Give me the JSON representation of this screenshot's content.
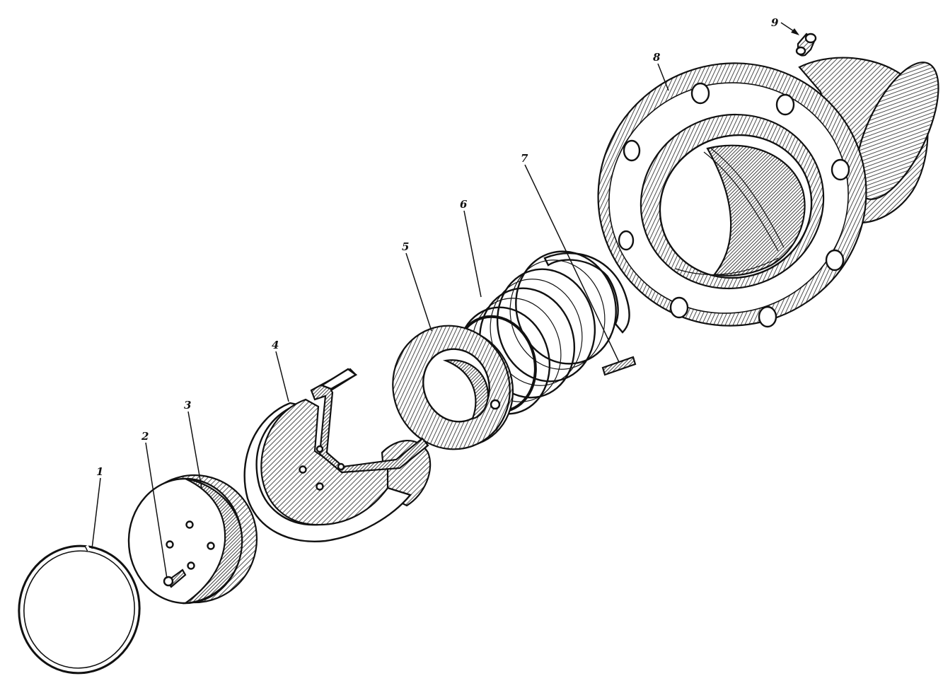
{
  "diagram": {
    "labels": [
      {
        "key": "ring",
        "text": "1"
      },
      {
        "key": "pin",
        "text": "2"
      },
      {
        "key": "cover",
        "text": "3"
      },
      {
        "key": "cutaway_cup",
        "text": "4"
      },
      {
        "key": "thrust_washer",
        "text": "5"
      },
      {
        "key": "ring_stack",
        "text": "6"
      },
      {
        "key": "key_strip",
        "text": "7"
      },
      {
        "key": "flange_housing",
        "text": "8"
      },
      {
        "key": "grease_nipple",
        "text": "9"
      }
    ]
  }
}
